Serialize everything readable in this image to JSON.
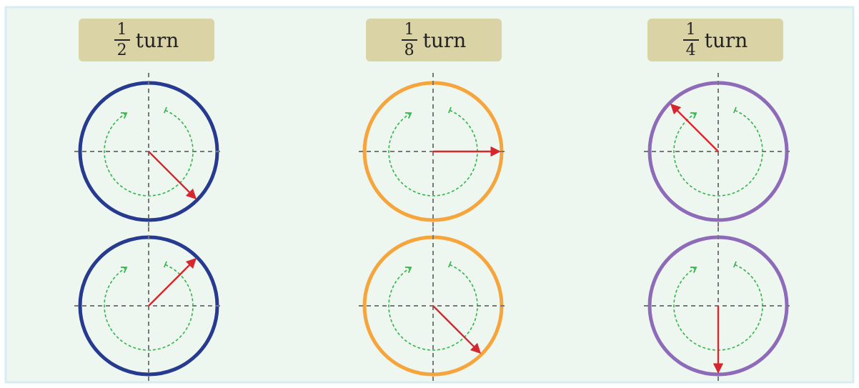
{
  "labels": [
    {
      "numerator": "1",
      "denominator": "2",
      "word": "turn"
    },
    {
      "numerator": "1",
      "denominator": "8",
      "word": "turn"
    },
    {
      "numerator": "1",
      "denominator": "4",
      "word": "turn"
    }
  ],
  "colors": {
    "panel_background": "#eef6f0",
    "panel_border": "#d7ecf3",
    "label_background": "#d9d3a5",
    "axis": "#777777",
    "dotted_arc": "#33b34a",
    "arrow": "#d7262e",
    "circle_column_1": "#263a8f",
    "circle_column_2": "#f6a53c",
    "circle_column_3": "#8e6bb8"
  },
  "dials": [
    {
      "column": 1,
      "row": 1,
      "arrow_direction_deg": 135
    },
    {
      "column": 1,
      "row": 2,
      "arrow_direction_deg": 45
    },
    {
      "column": 2,
      "row": 1,
      "arrow_direction_deg": 90
    },
    {
      "column": 2,
      "row": 2,
      "arrow_direction_deg": 135
    },
    {
      "column": 3,
      "row": 1,
      "arrow_direction_deg": 315
    },
    {
      "column": 3,
      "row": 2,
      "arrow_direction_deg": 180
    }
  ]
}
